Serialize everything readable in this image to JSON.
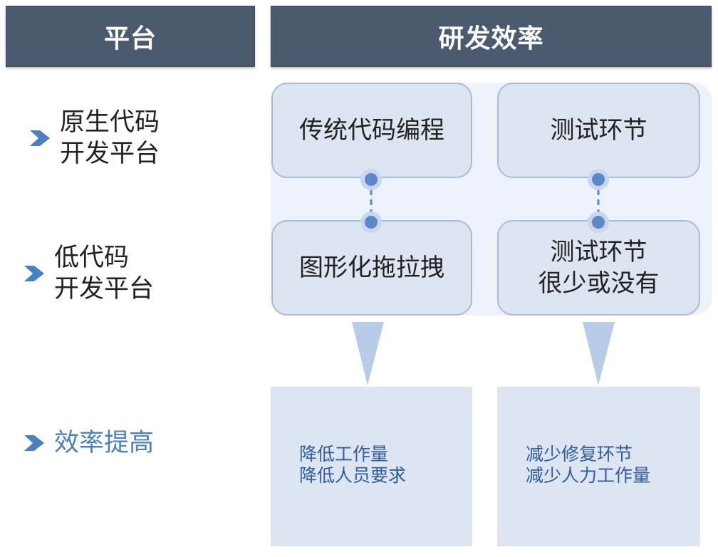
{
  "header": {
    "left_title": "平台",
    "right_title": "研发效率"
  },
  "rows": {
    "native": "原生代码\n开发平台",
    "lowcode": "低代码\n开发平台",
    "efficiency": "效率提高"
  },
  "boxes": {
    "traditional_coding": "传统代码编程",
    "testing": "测试环节",
    "drag_drop": "图形化拖拉拽",
    "testing_little": "测试环节\n很少或没有"
  },
  "results": {
    "left": [
      "降低工作量",
      "降低人员要求"
    ],
    "right": [
      "减少修复环节",
      "减少人力工作量"
    ]
  },
  "colors": {
    "header_bg": "#4c5a70",
    "box_bg": "#dde4f2",
    "box_border": "#a9bcdc",
    "panel_bg": "#eef2fa",
    "accent_blue": "#4a7fc0",
    "result_text": "#2f5da0",
    "connector": "#5b88c9",
    "down_arrow": "#b7cce6"
  }
}
